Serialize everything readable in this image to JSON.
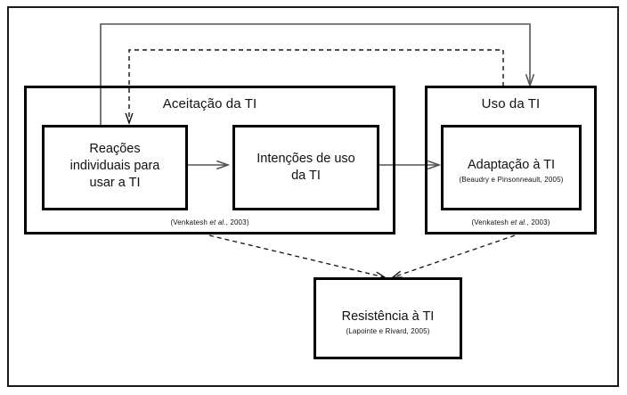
{
  "diagram": {
    "title_text": "",
    "containers": [
      {
        "id": "aceitacao",
        "title": "Aceitação da TI",
        "citation_prefix": "(Venkatesh ",
        "citation_italic": "et al.",
        "citation_suffix": ", 2003)"
      },
      {
        "id": "uso",
        "title": "Uso da TI",
        "citation_prefix": "(Venkatesh ",
        "citation_italic": "et al.",
        "citation_suffix": ", 2003)"
      }
    ],
    "nodes": [
      {
        "id": "reacoes",
        "line1": "Reações",
        "line2": "individuais para",
        "line3": "usar a TI",
        "citation": ""
      },
      {
        "id": "intencoes",
        "line1": "Intenções de uso",
        "line2": "da TI",
        "line3": "",
        "citation": ""
      },
      {
        "id": "adaptacao",
        "label": "Adaptação à TI",
        "citation": "(Beaudry e Pinsonneault, 2005)"
      },
      {
        "id": "resistencia",
        "label": "Resistência à TI",
        "citation": "(Lapointe e Rivard, 2005)"
      }
    ],
    "colors": {
      "frame": "#1a1a1a",
      "box_border": "#000000",
      "text": "#111111",
      "solid_connector": "#555555",
      "dashed_connector": "#111111",
      "background": "#ffffff"
    },
    "connectors": [
      {
        "id": "reacoes-to-intencoes",
        "style": "solid",
        "from": "reacoes",
        "to": "intencoes"
      },
      {
        "id": "intencoes-to-adaptacao",
        "style": "solid",
        "from": "intencoes",
        "to": "adaptacao"
      },
      {
        "id": "reacoes-to-uso-feedback",
        "style": "solid",
        "from": "reacoes",
        "to": "uso"
      },
      {
        "id": "uso-to-reacoes-feedback",
        "style": "dashed",
        "from": "uso",
        "to": "reacoes"
      },
      {
        "id": "aceitacao-to-resistencia",
        "style": "dashed",
        "from": "aceitacao",
        "to": "resistencia"
      },
      {
        "id": "uso-to-resistencia",
        "style": "dashed",
        "from": "uso",
        "to": "resistencia"
      }
    ]
  }
}
